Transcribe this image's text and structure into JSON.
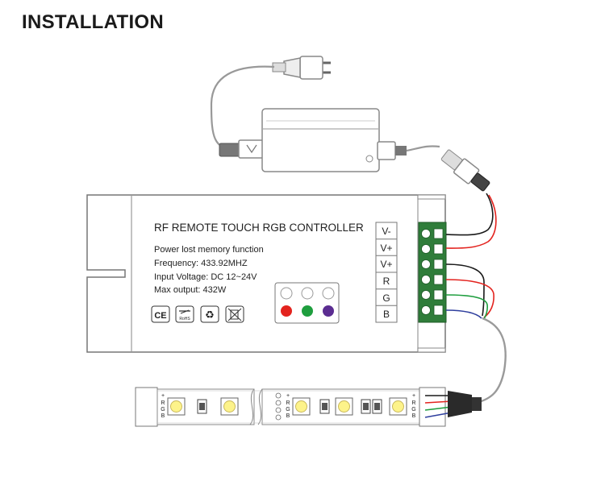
{
  "title": "INSTALLATION",
  "controller": {
    "name": "RF REMOTE TOUCH RGB CONTROLLER",
    "specs": [
      "Power lost memory function",
      "Frequency: 433.92MHZ",
      "Input Voltage: DC 12~24V",
      "Max output: 432W"
    ],
    "cert_icons": [
      "ce-mark-icon",
      "rohs-icon",
      "recycle-icon",
      "weee-bin-icon"
    ],
    "terminals": [
      "V-",
      "V+",
      "V+",
      "R",
      "G",
      "B"
    ],
    "indicator_colors": {
      "top_row": [
        "#ffffff",
        "#ffffff",
        "#ffffff"
      ],
      "bottom_row": [
        "#e3231e",
        "#1e9e3e",
        "#5b2d91"
      ]
    }
  },
  "led_strip": {
    "pin_labels": [
      "+",
      "R",
      "G",
      "B"
    ]
  },
  "wire_colors": {
    "black": "#1a1a1a",
    "red": "#e3231e",
    "green": "#1e9e3e",
    "blue": "#2f3f9e",
    "gray": "#9a9a9a"
  }
}
